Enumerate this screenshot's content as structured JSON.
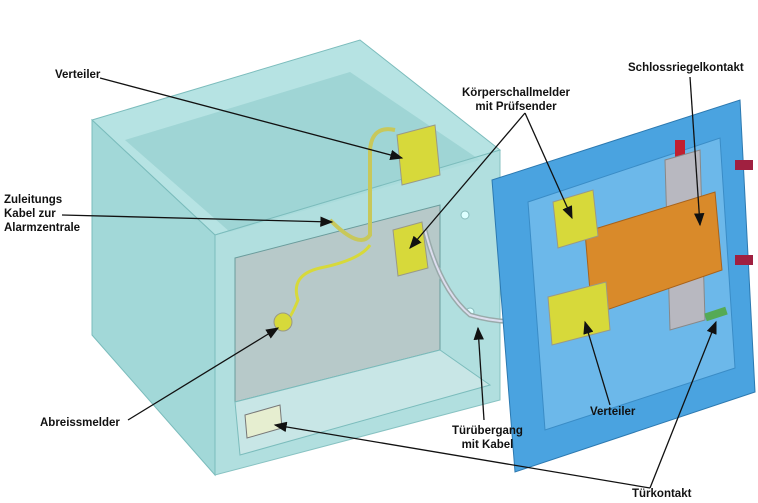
{
  "labels": {
    "verteiler_top": "Verteiler",
    "koerperschall_line1": "Körperschallmelder",
    "koerperschall_line2": "mit Prüfsender",
    "schlossriegel": "Schlossriegelkontakt",
    "zuleitung_line1": "Zuleitungs",
    "zuleitung_line2": "Kabel zur",
    "zuleitung_line3": "Alarmzentrale",
    "abreissmelder": "Abreissmelder",
    "verteiler_door": "Verteiler",
    "tueruebergang_line1": "Türübergang",
    "tueruebergang_line2": "mit Kabel",
    "tuerkontakt": "Türkontakt"
  },
  "colors": {
    "safe_body": "#9fd6d6",
    "door": "#4aa3e0",
    "bolt": "#d98a2a",
    "sensor": "#d7d93a"
  }
}
